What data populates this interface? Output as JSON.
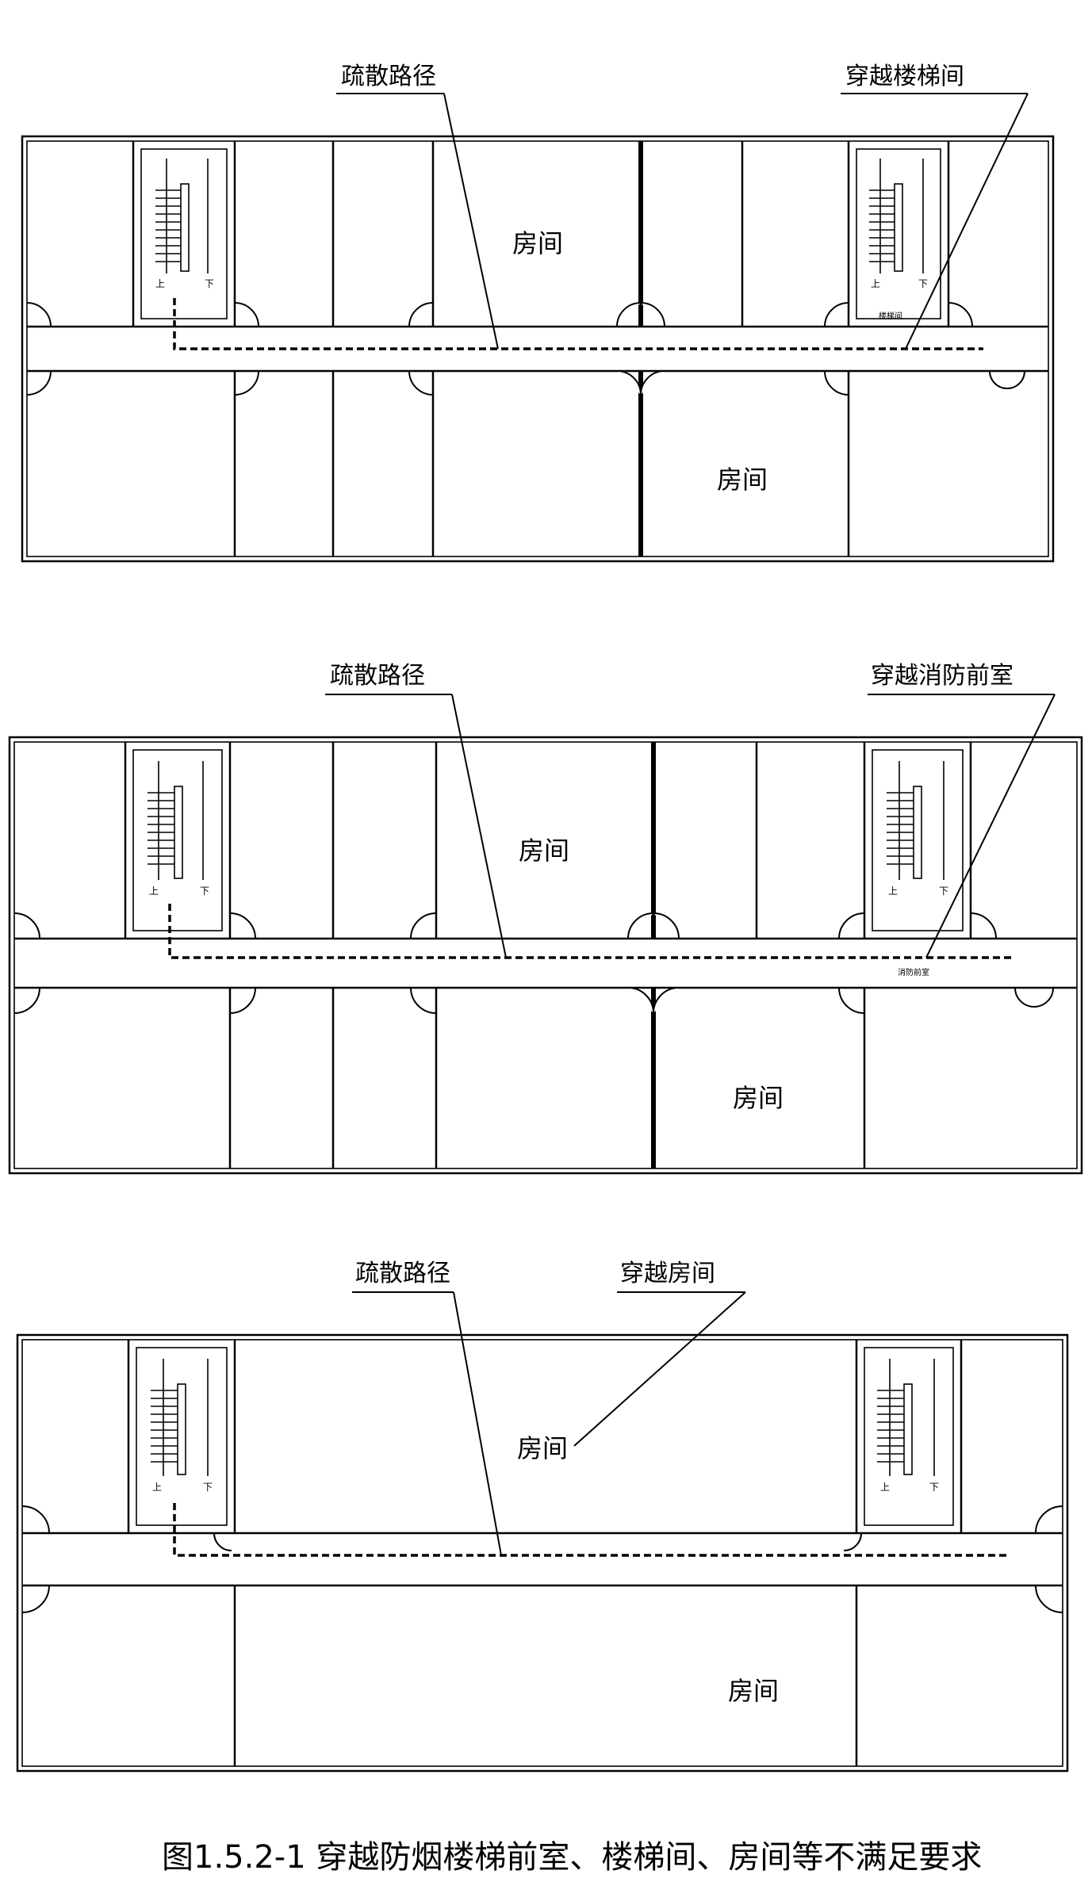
{
  "plans": [
    {
      "path_label": "疏散路径",
      "cross_label": "穿越楼梯间",
      "room_top": "房间",
      "room_bottom": "房间",
      "stair_up": "上",
      "stair_down": "下",
      "stair_up_right": "上",
      "stair_down_right": "下",
      "space_tag": "楼梯间"
    },
    {
      "path_label": "疏散路径",
      "cross_label": "穿越消防前室",
      "room_top": "房间",
      "room_bottom": "房间",
      "stair_up": "上",
      "stair_down": "下",
      "stair_up_right": "上",
      "stair_down_right": "下",
      "space_tag": "消防前室"
    },
    {
      "path_label": "疏散路径",
      "cross_label": "穿越房间",
      "room_top": "房间",
      "room_bottom": "房间",
      "stair_up": "上",
      "stair_down": "下",
      "stair_up_right": "上",
      "stair_down_right": "下"
    }
  ],
  "caption": "图1.5.2-1  穿越防烟楼梯前室、楼梯间、房间等不满足要求"
}
